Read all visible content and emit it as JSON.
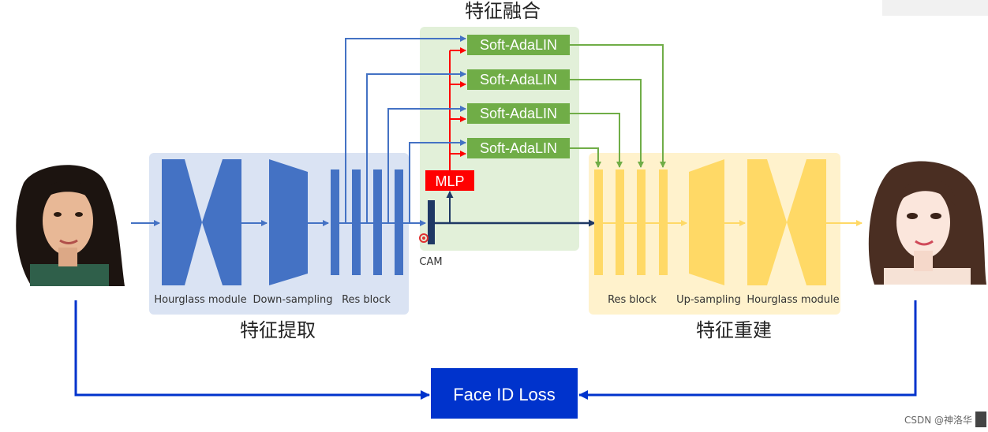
{
  "colors": {
    "blue": "#4472C4",
    "blue_panel": "#DAE3F3",
    "green": "#70AD47",
    "green_panel": "#E2F0D9",
    "yellow": "#FFD966",
    "yellow_panel": "#FFF2CC",
    "red": "#FF0000",
    "navy": "#1F3864",
    "loss_blue": "#0033CC"
  },
  "titles": {
    "fusion": "特征融合",
    "extraction": "特征提取",
    "reconstruction": "特征重建"
  },
  "extraction": {
    "hourglass": "Hourglass module",
    "downsampling": "Down-sampling",
    "resblock": "Res block"
  },
  "reconstruction": {
    "resblock": "Res block",
    "upsampling": "Up-sampling",
    "hourglass": "Hourglass module"
  },
  "fusion": {
    "soft_adalin": [
      "Soft-AdaLIN",
      "Soft-AdaLIN",
      "Soft-AdaLIN",
      "Soft-AdaLIN"
    ],
    "mlp": "MLP",
    "cam": "CAM"
  },
  "loss": {
    "label": "Face ID Loss"
  },
  "images": {
    "input": "photo-face-icon",
    "output": "anime-face-icon"
  },
  "watermark": "CSDN @神洛华"
}
